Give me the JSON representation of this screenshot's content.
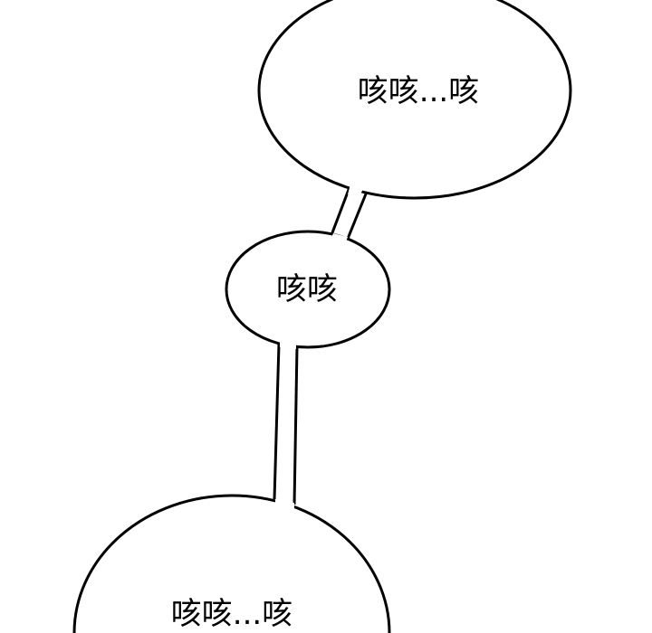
{
  "bubbles": [
    {
      "text": "咳咳...咳"
    },
    {
      "text": "咳咳"
    },
    {
      "text": "咳咳...咳"
    }
  ],
  "colors": {
    "stroke": "#000000",
    "fill": "#ffffff"
  }
}
